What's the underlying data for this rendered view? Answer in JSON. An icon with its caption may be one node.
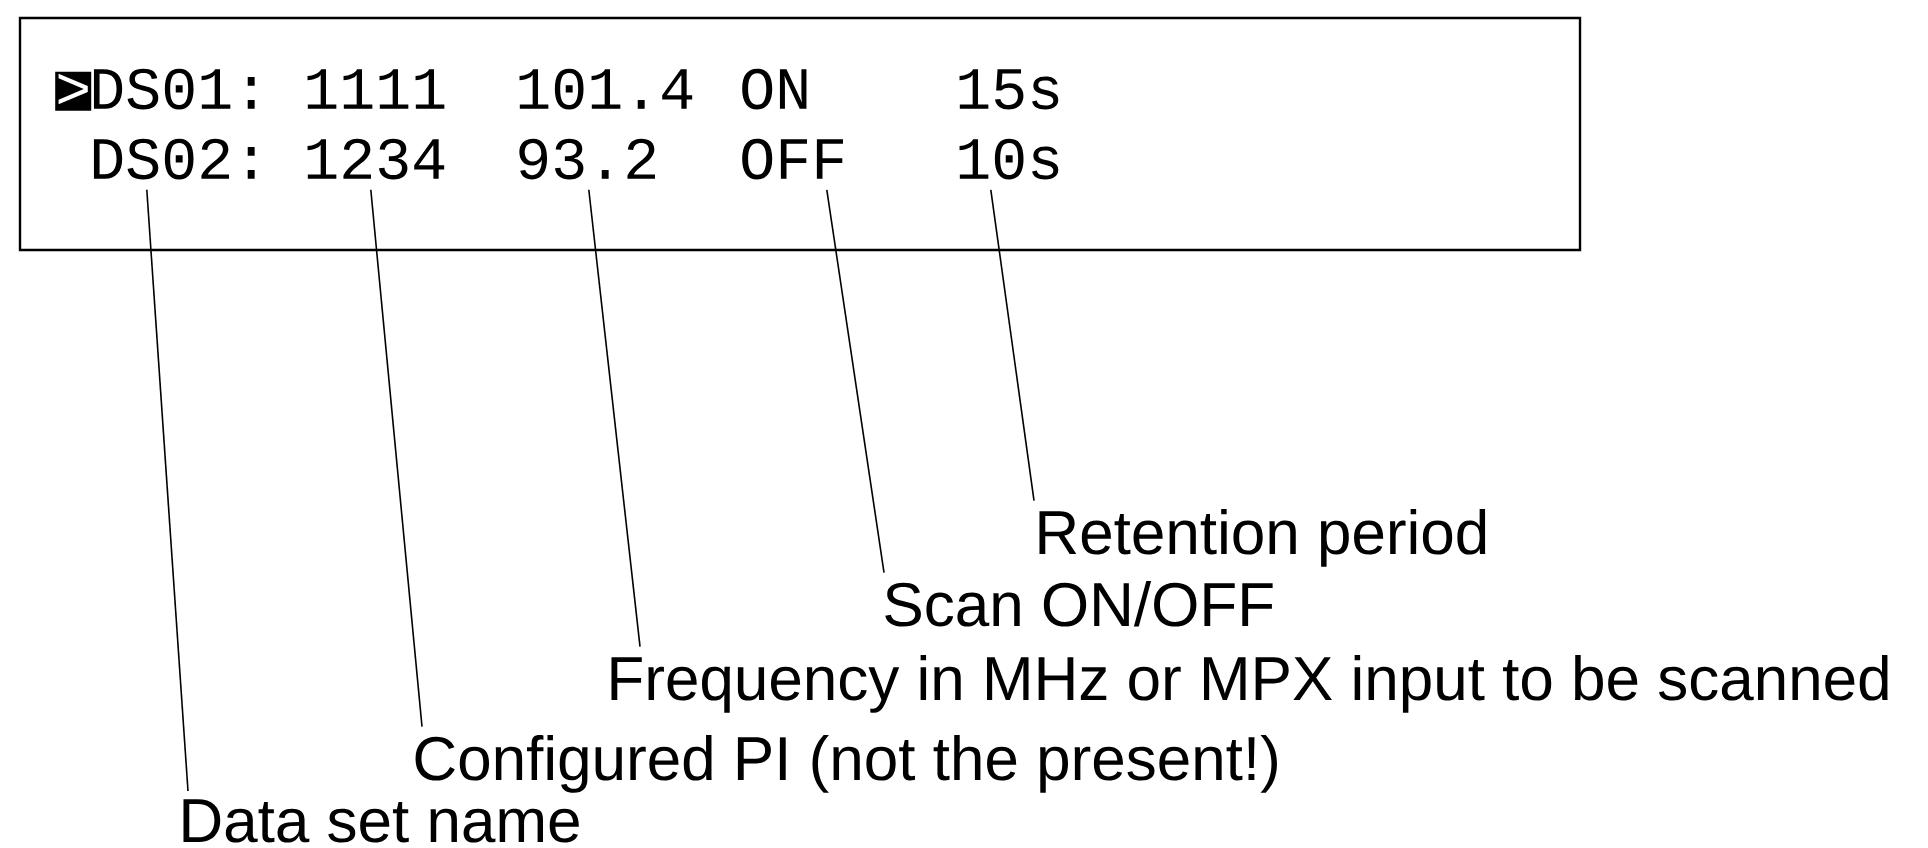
{
  "diagram": {
    "nodes": [
      {
        "text": [],
        "shape": "box"
      },
      {
        "text": [
          ">"
        ],
        "in": 0
      },
      {
        "text": [
          "DS01:"
        ],
        "in": 0
      },
      {
        "text": [
          "1111"
        ],
        "in": 0
      },
      {
        "text": [
          "101.4"
        ],
        "in": 0
      },
      {
        "text": [
          "ON"
        ],
        "in": 0
      },
      {
        "text": [
          "15s"
        ],
        "in": 0
      },
      {
        "text": [
          "DS02:"
        ],
        "in": 0
      },
      {
        "text": [
          "1234"
        ],
        "in": 0
      },
      {
        "text": [
          "93.2"
        ],
        "in": 0
      },
      {
        "text": [
          "OFF"
        ],
        "in": 0
      },
      {
        "text": [
          "10s"
        ],
        "in": 0
      },
      {
        "text": [
          "Retention period"
        ]
      },
      {
        "text": [
          "Scan ON/OFF"
        ]
      },
      {
        "text": [
          "Frequency in MHz or MPX input to be scanned"
        ]
      },
      {
        "text": [
          "Configured PI (not the present!)"
        ]
      },
      {
        "text": [
          "Data set name"
        ]
      }
    ],
    "edges": [
      {
        "from": 16,
        "to": 7,
        "arrow": "none"
      },
      {
        "from": 15,
        "to": 8,
        "arrow": "none"
      },
      {
        "from": 14,
        "to": 9,
        "arrow": "none"
      },
      {
        "from": 13,
        "to": 10,
        "arrow": "none"
      },
      {
        "from": 12,
        "to": 11,
        "arrow": "none"
      }
    ]
  }
}
